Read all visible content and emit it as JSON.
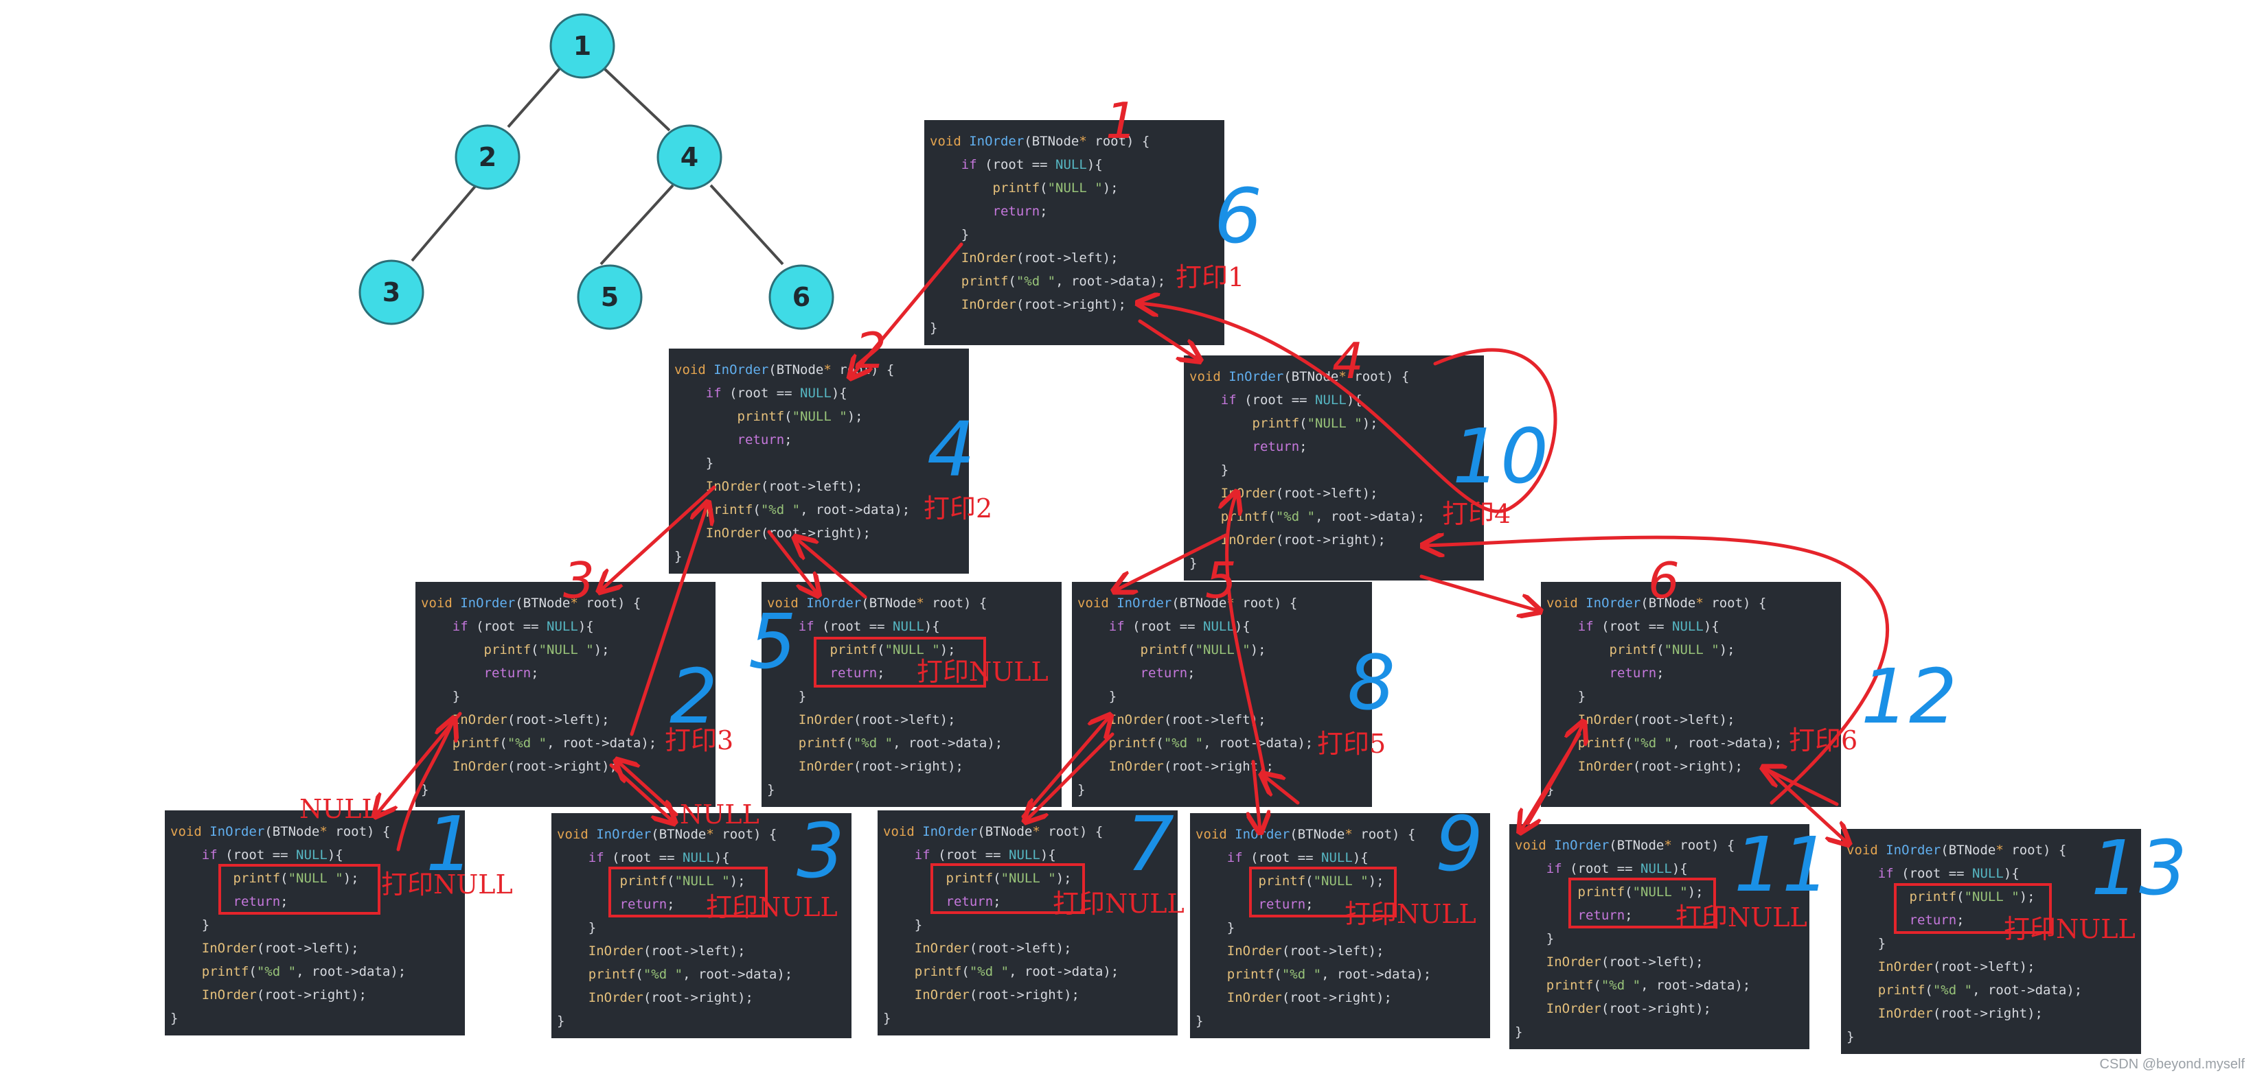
{
  "tree": {
    "nodes": [
      {
        "id": "n1",
        "label": "1"
      },
      {
        "id": "n2",
        "label": "2"
      },
      {
        "id": "n4",
        "label": "4"
      },
      {
        "id": "n3",
        "label": "3"
      },
      {
        "id": "n5",
        "label": "5"
      },
      {
        "id": "n6",
        "label": "6"
      }
    ],
    "edges": [
      [
        "n1",
        "n2"
      ],
      [
        "n1",
        "n4"
      ],
      [
        "n2",
        "n3"
      ],
      [
        "n4",
        "n5"
      ],
      [
        "n4",
        "n6"
      ]
    ],
    "node_fill": "#3fdbe6"
  },
  "code": {
    "l1_void": "void",
    "l1_fn": "InOrder",
    "l1_rest_a": "(BTNode",
    "l1_star": "*",
    "l1_rest_b": " root) {",
    "l2_if": "if",
    "l2_mid": " (root == ",
    "l2_null": "NULL",
    "l2_end": "){",
    "l3_printf": "printf",
    "l3_str": "\"NULL \"",
    "l3_end": ");",
    "l4_return": "return",
    "l4_end": ";",
    "l5_brace": "}",
    "l6_fn": "InOrder",
    "l6_rest": "(root->left);",
    "l7_printf": "printf",
    "l7_str": "\"%d \"",
    "l7_rest": ", root->data);",
    "l8_fn": "InOrder",
    "l8_rest": "(root->right);",
    "l9_brace": "}"
  },
  "labels": {
    "print_1": "打印1",
    "print_2": "打印2",
    "print_3": "打印3",
    "print_4": "打印4",
    "print_5": "打印5",
    "print_6": "打印6",
    "print_null": "打印NULL",
    "null_word": "NULL"
  },
  "blue_numbers": [
    "1",
    "2",
    "3",
    "4",
    "5",
    "6",
    "7",
    "8",
    "9",
    "10",
    "11",
    "12",
    "13"
  ],
  "red_numbers": [
    "1",
    "2",
    "3",
    "4",
    "5",
    "6"
  ],
  "colors": {
    "code_bg": "#272c33",
    "annotation_red": "#e5242b",
    "annotation_blue": "#1a90e6"
  },
  "watermark": "CSDN @beyond.myself"
}
